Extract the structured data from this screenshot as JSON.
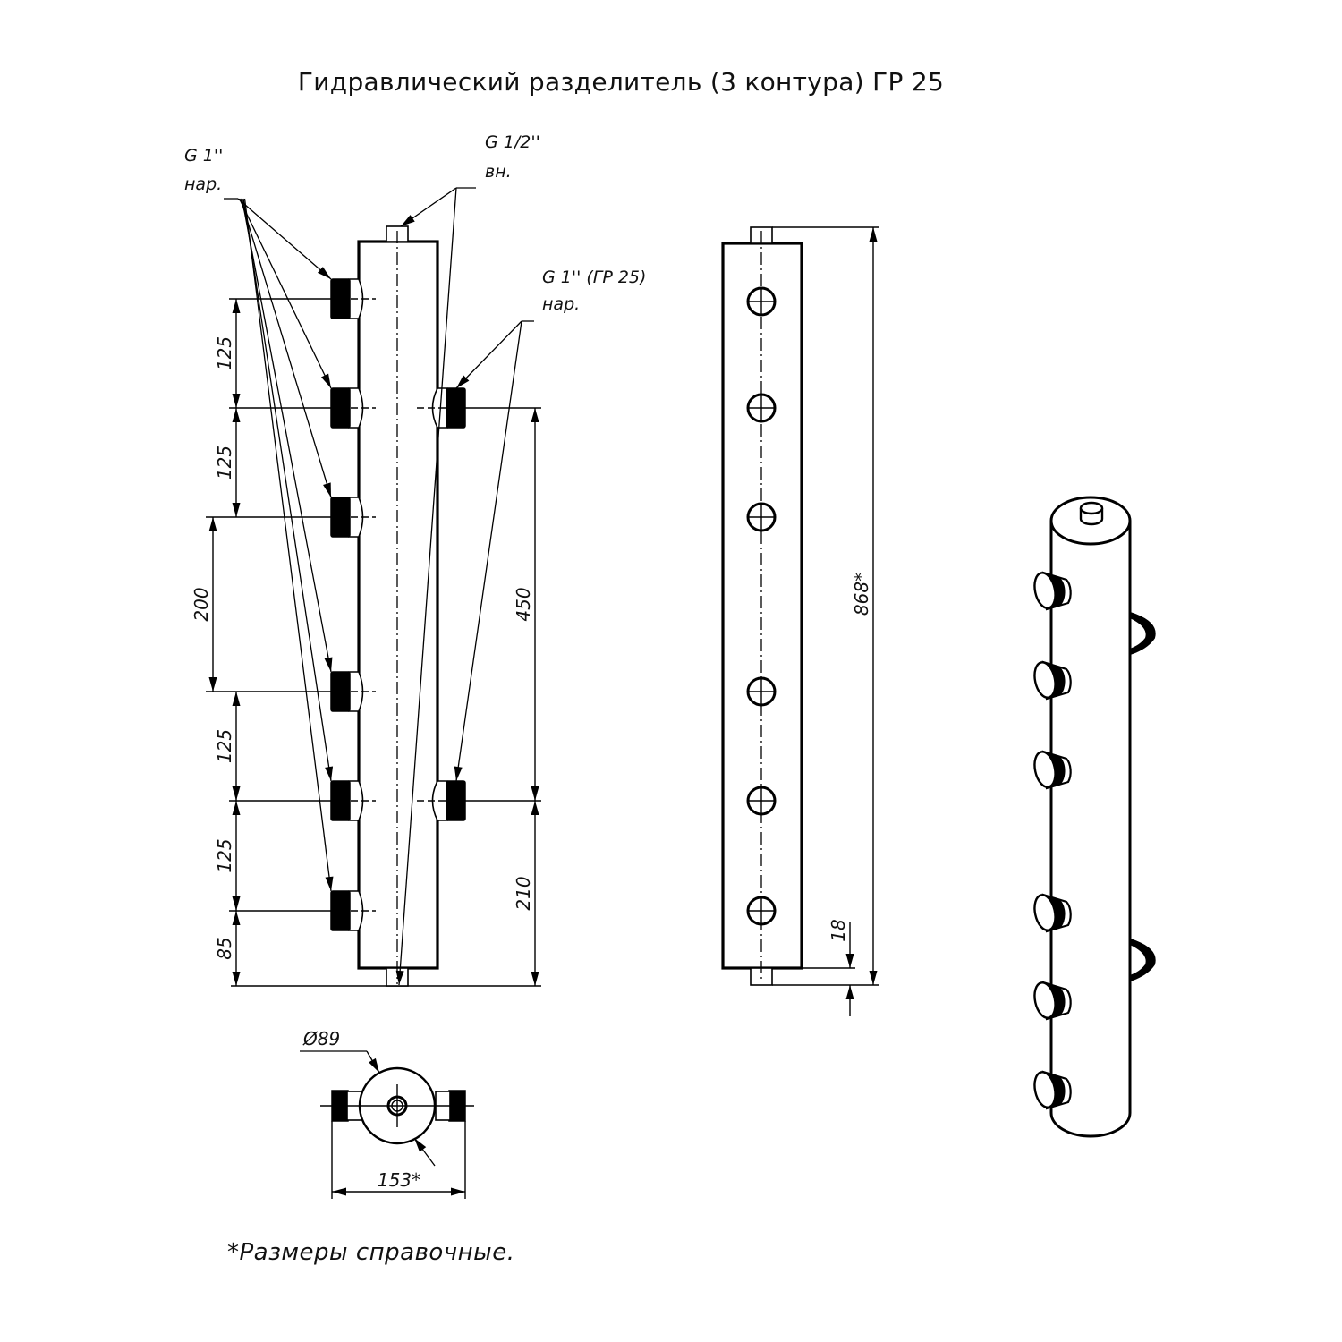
{
  "title": "Гидравлический разделитель (3 контура) ГР 25",
  "labels": {
    "left_ports": {
      "line1": "G 1''",
      "line2": "нар."
    },
    "top_bottom_ports": {
      "line1": "G 1/2''",
      "line2": "вн."
    },
    "right_ports": {
      "line1": "G 1'' (ГР 25)",
      "line2": "нар."
    }
  },
  "views": {
    "front": {
      "name": "Front view",
      "left_port_count": 6,
      "right_port_count": 2,
      "dimensions": {
        "left_chain": [
          "125",
          "125",
          "200",
          "125",
          "125",
          "85"
        ],
        "right_chain": [
          "450",
          "210"
        ]
      }
    },
    "side": {
      "name": "Side view",
      "port_count": 6,
      "dimensions": {
        "overall_height": "868*",
        "nipple_height": "18"
      }
    },
    "top": {
      "name": "Top view",
      "dimensions": {
        "diameter": "Ø89",
        "overall_width": "153*"
      }
    },
    "isometric": {
      "name": "Isometric view",
      "left_port_count": 6,
      "right_port_count": 2
    }
  },
  "footnote": "*Размеры справочные."
}
